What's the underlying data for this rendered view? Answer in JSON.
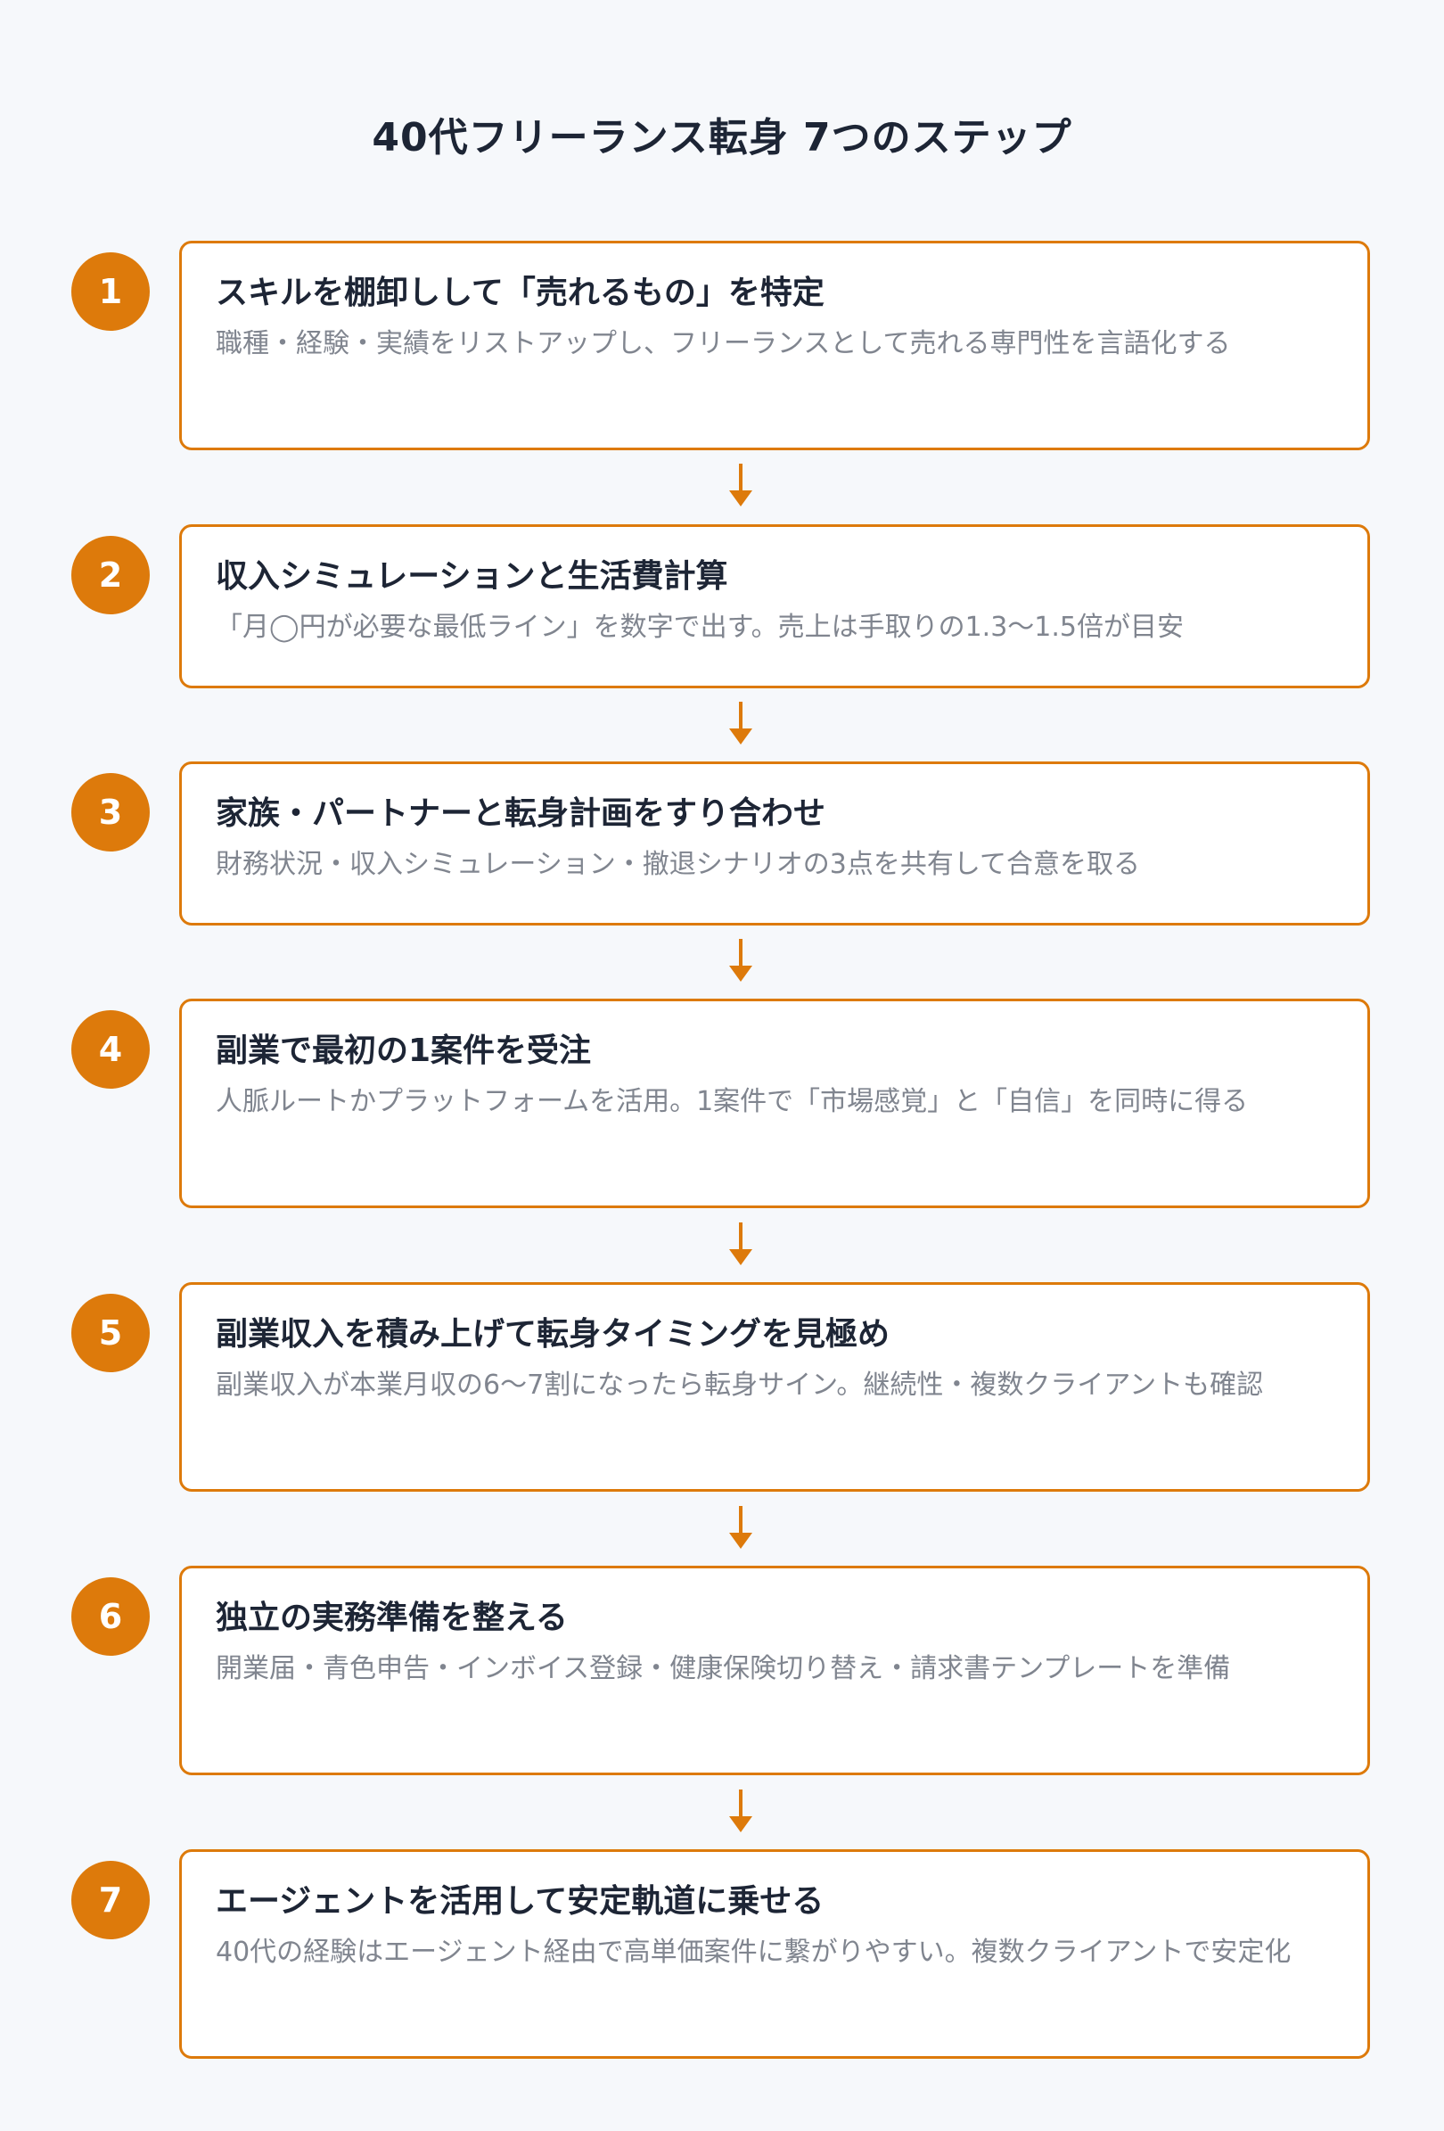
{
  "title": "40代フリーランス転身 7つのステップ",
  "steps": [
    {
      "number": "1",
      "title": "スキルを棚卸しして「売れるもの」を特定",
      "description": "職種・経験・実績をリストアップし、フリーランスとして売れる専門性を言語化する"
    },
    {
      "number": "2",
      "title": "収入シミュレーションと生活費計算",
      "description": "「月◯円が必要な最低ライン」を数字で出す。売上は手取りの1.3〜1.5倍が目安"
    },
    {
      "number": "3",
      "title": "家族・パートナーと転身計画をすり合わせ",
      "description": "財務状況・収入シミュレーション・撤退シナリオの3点を共有して合意を取る"
    },
    {
      "number": "4",
      "title": "副業で最初の1案件を受注",
      "description": "人脈ルートかプラットフォームを活用。1案件で「市場感覚」と「自信」を同時に得る"
    },
    {
      "number": "5",
      "title": "副業収入を積み上げて転身タイミングを見極め",
      "description": "副業収入が本業月収の6〜7割になったら転身サイン。継続性・複数クライアントも確認"
    },
    {
      "number": "6",
      "title": "独立の実務準備を整える",
      "description": "開業届・青色申告・インボイス登録・健康保険切り替え・請求書テンプレートを準備"
    },
    {
      "number": "7",
      "title": "エージェントを活用して安定軌道に乗せる",
      "description": "40代の経験はエージェント経由で高単価案件に繋がりやすい。複数クライアントで安定化"
    }
  ],
  "accent_color": "#dd7a0b"
}
